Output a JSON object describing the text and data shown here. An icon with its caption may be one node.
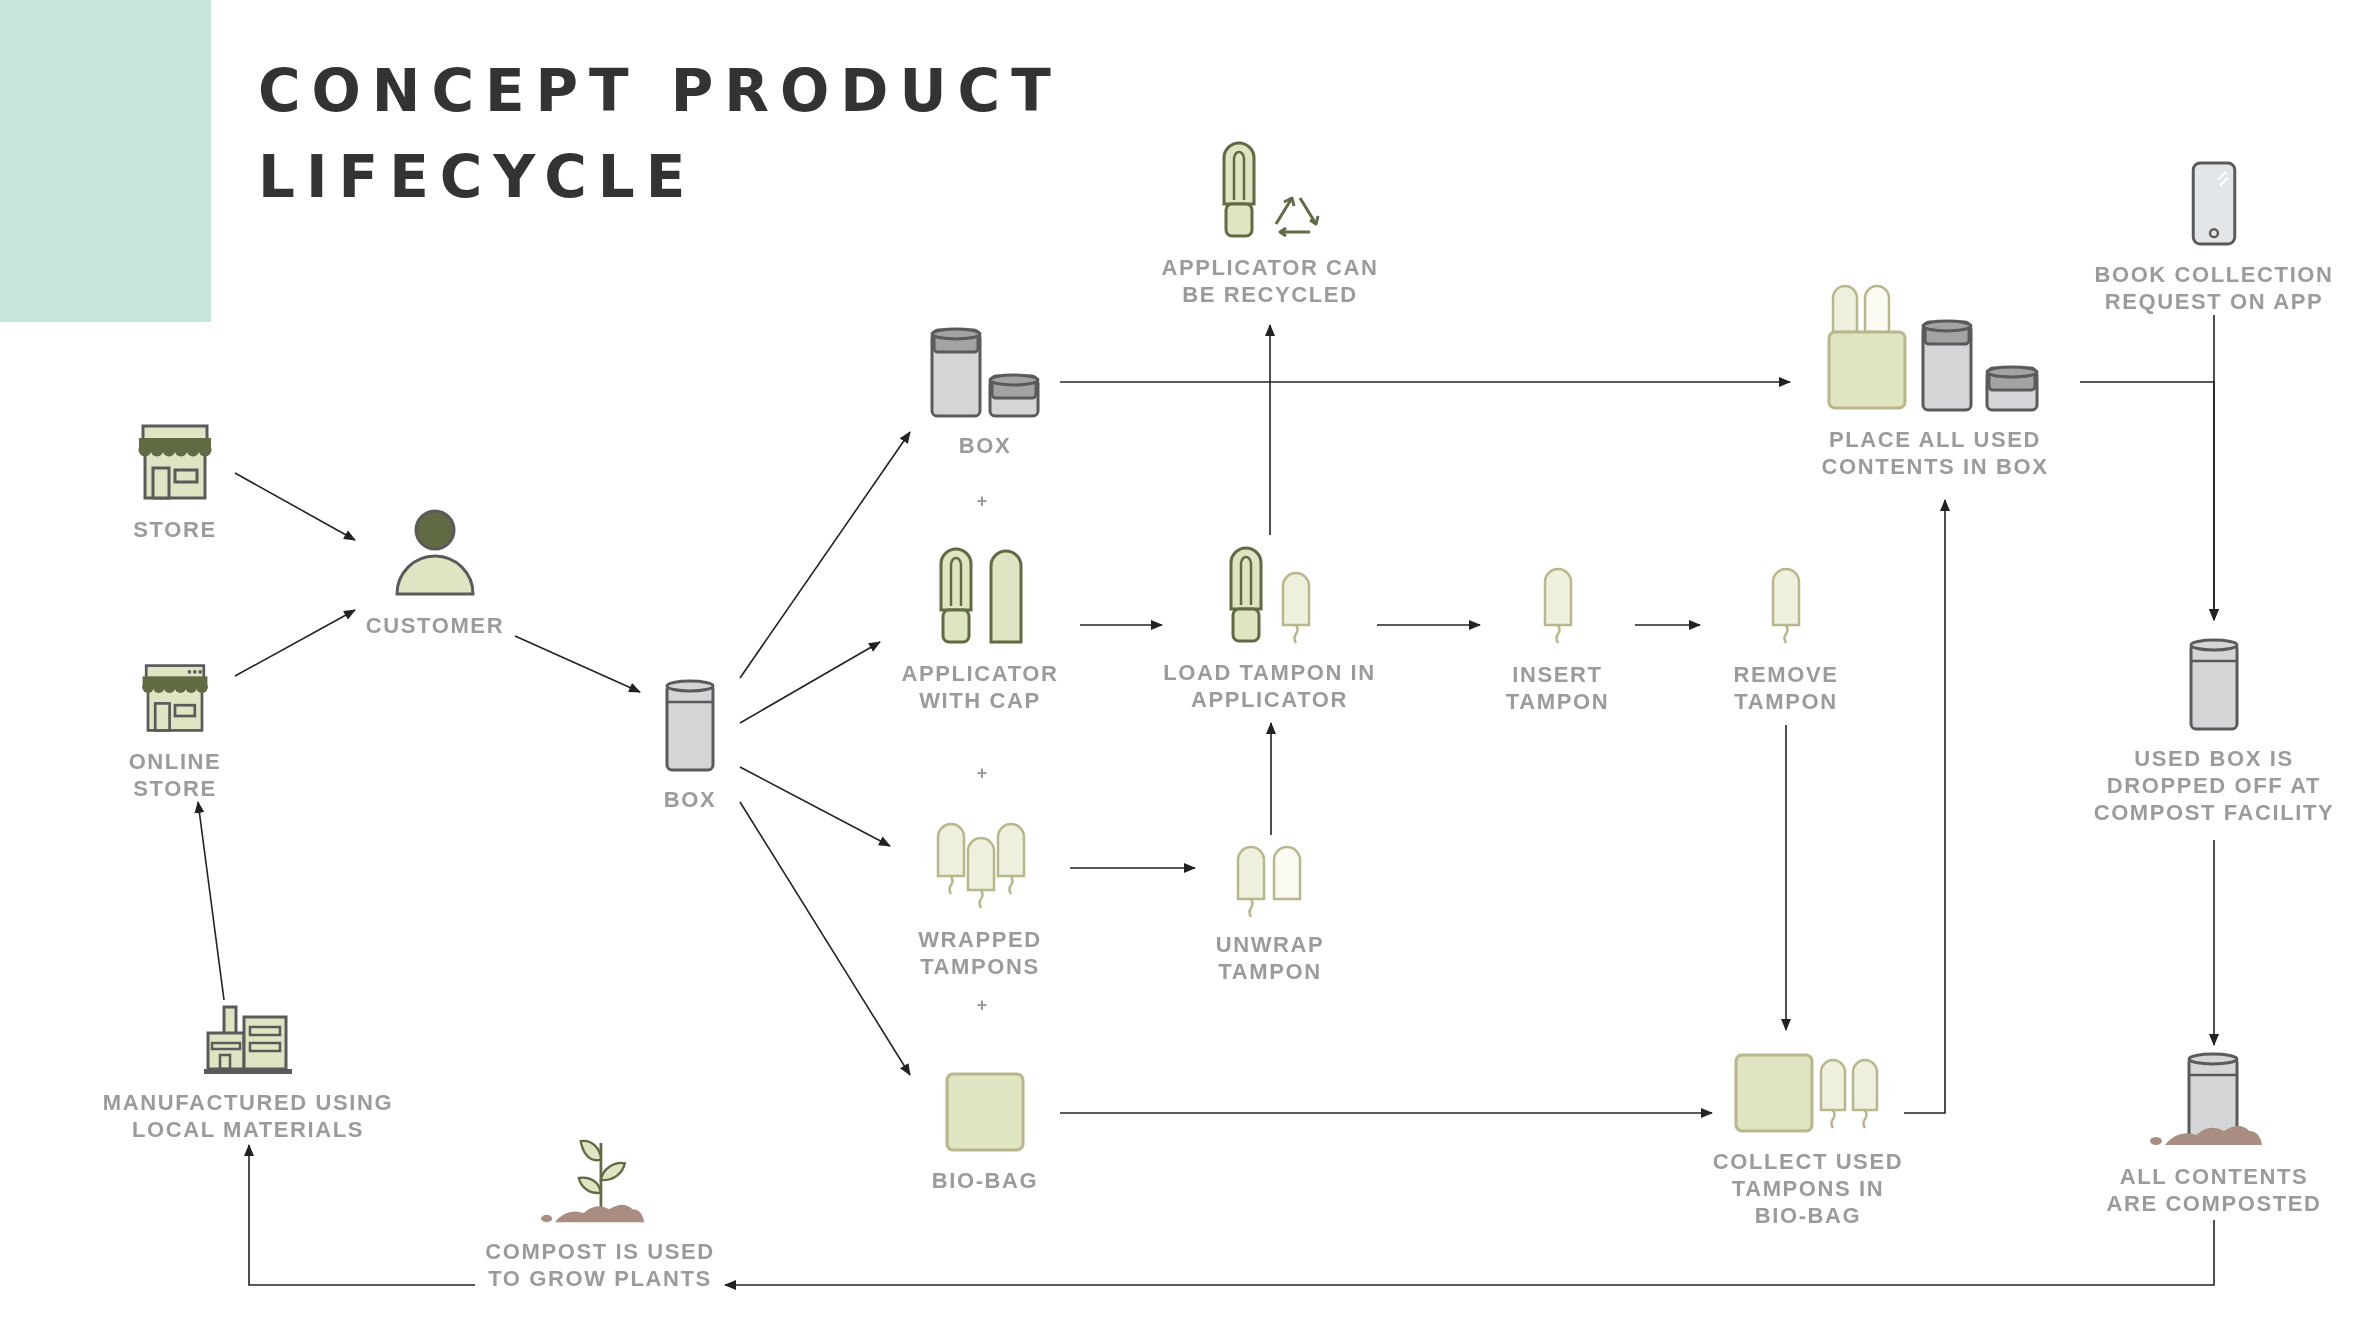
{
  "diagram": {
    "title": "CONCEPT PRODUCT LIFECYCLE",
    "nodes": [
      {
        "text": [
          "STORE"
        ]
      },
      {
        "text": [
          "ONLINE STORE"
        ]
      },
      {
        "text": [
          "CUSTOMER"
        ]
      },
      {
        "text": [
          "BOX"
        ]
      },
      {
        "text": [
          "BOX"
        ]
      },
      {
        "text": [
          "APPLICATOR WITH CAP"
        ]
      },
      {
        "text": [
          "WRAPPED TAMPONS"
        ]
      },
      {
        "text": [
          "BIO-BAG"
        ]
      },
      {
        "text": [
          "APPLICATOR CAN BE RECYCLED"
        ]
      },
      {
        "text": [
          "LOAD TAMPON IN APPLICATOR"
        ]
      },
      {
        "text": [
          "UNWRAP TAMPON"
        ]
      },
      {
        "text": [
          "INSERT TAMPON"
        ]
      },
      {
        "text": [
          "REMOVE TAMPON"
        ]
      },
      {
        "text": [
          "PLACE ALL USED CONTENTS IN BOX"
        ]
      },
      {
        "text": [
          "COLLECT USED TAMPONS IN BIO-BAG"
        ]
      },
      {
        "text": [
          "BOOK COLLECTION REQUEST ON APP"
        ]
      },
      {
        "text": [
          "USED BOX IS DROPPED OFF AT COMPOST FACILITY"
        ]
      },
      {
        "text": [
          "ALL CONTENTS ARE COMPOSTED"
        ]
      },
      {
        "text": [
          "COMPOST IS USED TO GROW PLANTS"
        ]
      },
      {
        "text": [
          "MANUFACTURED USING LOCAL MATERIALS"
        ]
      }
    ],
    "edges": [
      {
        "from": 0,
        "to": 2,
        "arrow": "to"
      },
      {
        "from": 1,
        "to": 2,
        "arrow": "to"
      },
      {
        "from": 2,
        "to": 3,
        "arrow": "to"
      },
      {
        "from": 3,
        "to": 4,
        "arrow": "to"
      },
      {
        "from": 3,
        "to": 5,
        "arrow": "to"
      },
      {
        "from": 3,
        "to": 6,
        "arrow": "to"
      },
      {
        "from": 3,
        "to": 7,
        "arrow": "to"
      },
      {
        "from": 4,
        "to": 13,
        "arrow": "to"
      },
      {
        "from": 5,
        "to": 9,
        "arrow": "to"
      },
      {
        "from": 6,
        "to": 10,
        "arrow": "to"
      },
      {
        "from": 10,
        "to": 9,
        "arrow": "to"
      },
      {
        "from": 9,
        "to": 8,
        "arrow": "to"
      },
      {
        "from": 9,
        "to": 11,
        "arrow": "to"
      },
      {
        "from": 11,
        "to": 12,
        "arrow": "to"
      },
      {
        "from": 12,
        "to": 14,
        "arrow": "to"
      },
      {
        "from": 7,
        "to": 14,
        "arrow": "to"
      },
      {
        "from": 14,
        "to": 13,
        "arrow": "to"
      },
      {
        "from": 15,
        "to": 16,
        "arrow": "to"
      },
      {
        "from": 13,
        "to": 16,
        "arrow": "to"
      },
      {
        "from": 16,
        "to": 17,
        "arrow": "to"
      },
      {
        "from": 17,
        "to": 18,
        "arrow": "to"
      },
      {
        "from": 18,
        "to": 19,
        "arrow": "to"
      },
      {
        "from": 19,
        "to": 1,
        "arrow": "to"
      }
    ],
    "labels": [
      "+",
      "+",
      "+"
    ]
  }
}
